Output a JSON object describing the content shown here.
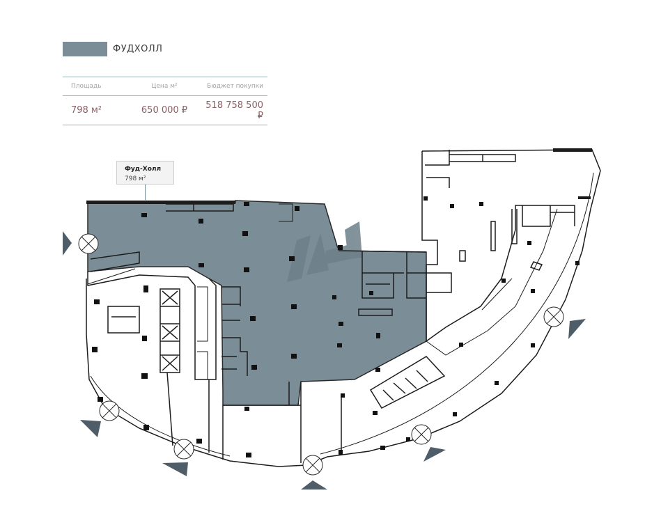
{
  "legend": {
    "label": "ФУДХОЛЛ",
    "color": "#7b8e98"
  },
  "stats": {
    "headers": {
      "area": "Площадь",
      "price": "Цена м²",
      "budget": "Бюджет покупки"
    },
    "values": {
      "area": "798 м²",
      "price": "650 000 ₽",
      "budget": "518 758 500 ₽"
    }
  },
  "callout": {
    "title": "Фуд-Холл",
    "area": "798 м²"
  },
  "colors": {
    "walls": "#1c1c1c",
    "highlight": "#7b8e98",
    "accent": "#8a5f63",
    "compass": "#4e5d68"
  }
}
